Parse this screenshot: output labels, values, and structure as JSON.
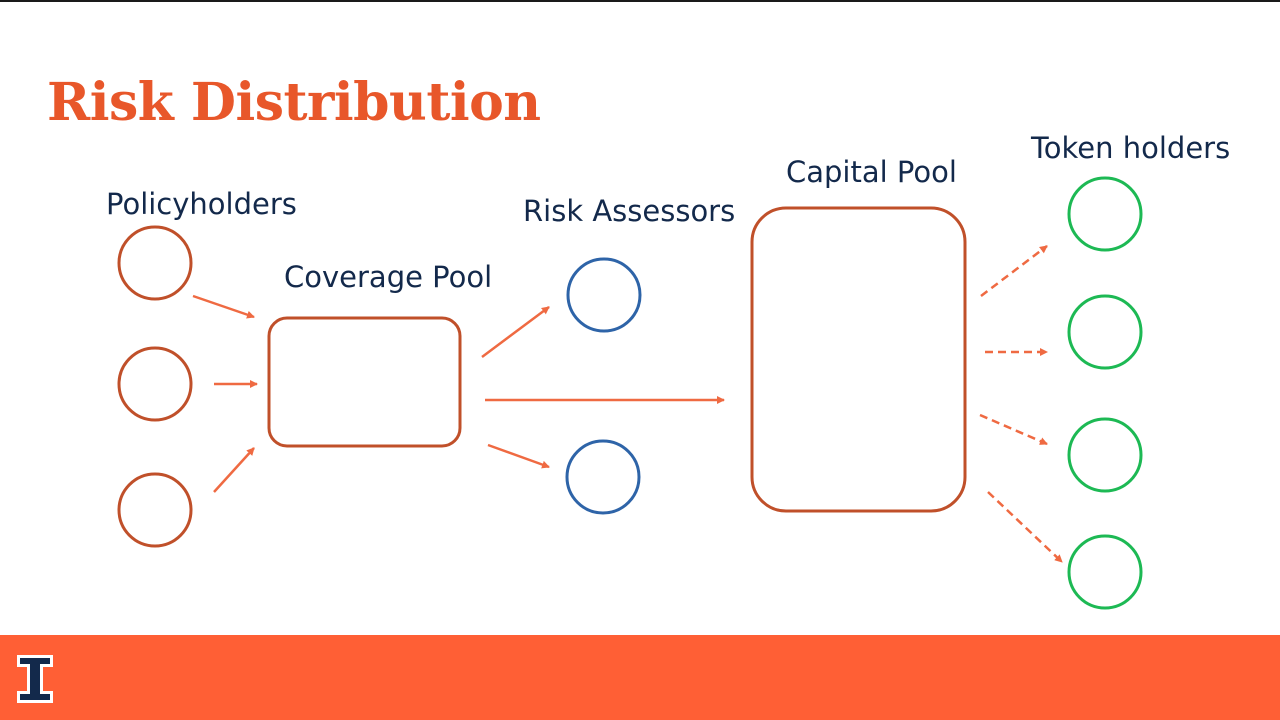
{
  "slide": {
    "title": "Risk Distribution"
  },
  "diagram": {
    "labels": {
      "policyholders": "Policyholders",
      "coverage_pool": "Coverage Pool",
      "risk_assessors": "Risk Assessors",
      "capital_pool": "Capital Pool",
      "token_holders": "Token holders"
    },
    "colors": {
      "title": "#e8572a",
      "label_text": "#13294b",
      "policyholder_stroke": "#c0502a",
      "pool_stroke": "#c0502a",
      "assessor_stroke": "#2e64a8",
      "token_holder_stroke": "#1db954",
      "arrow": "#ef6a42",
      "footer": "#ff5f35",
      "logo_fill": "#13294b"
    }
  },
  "footer": {
    "logo": "block-i-logo"
  }
}
